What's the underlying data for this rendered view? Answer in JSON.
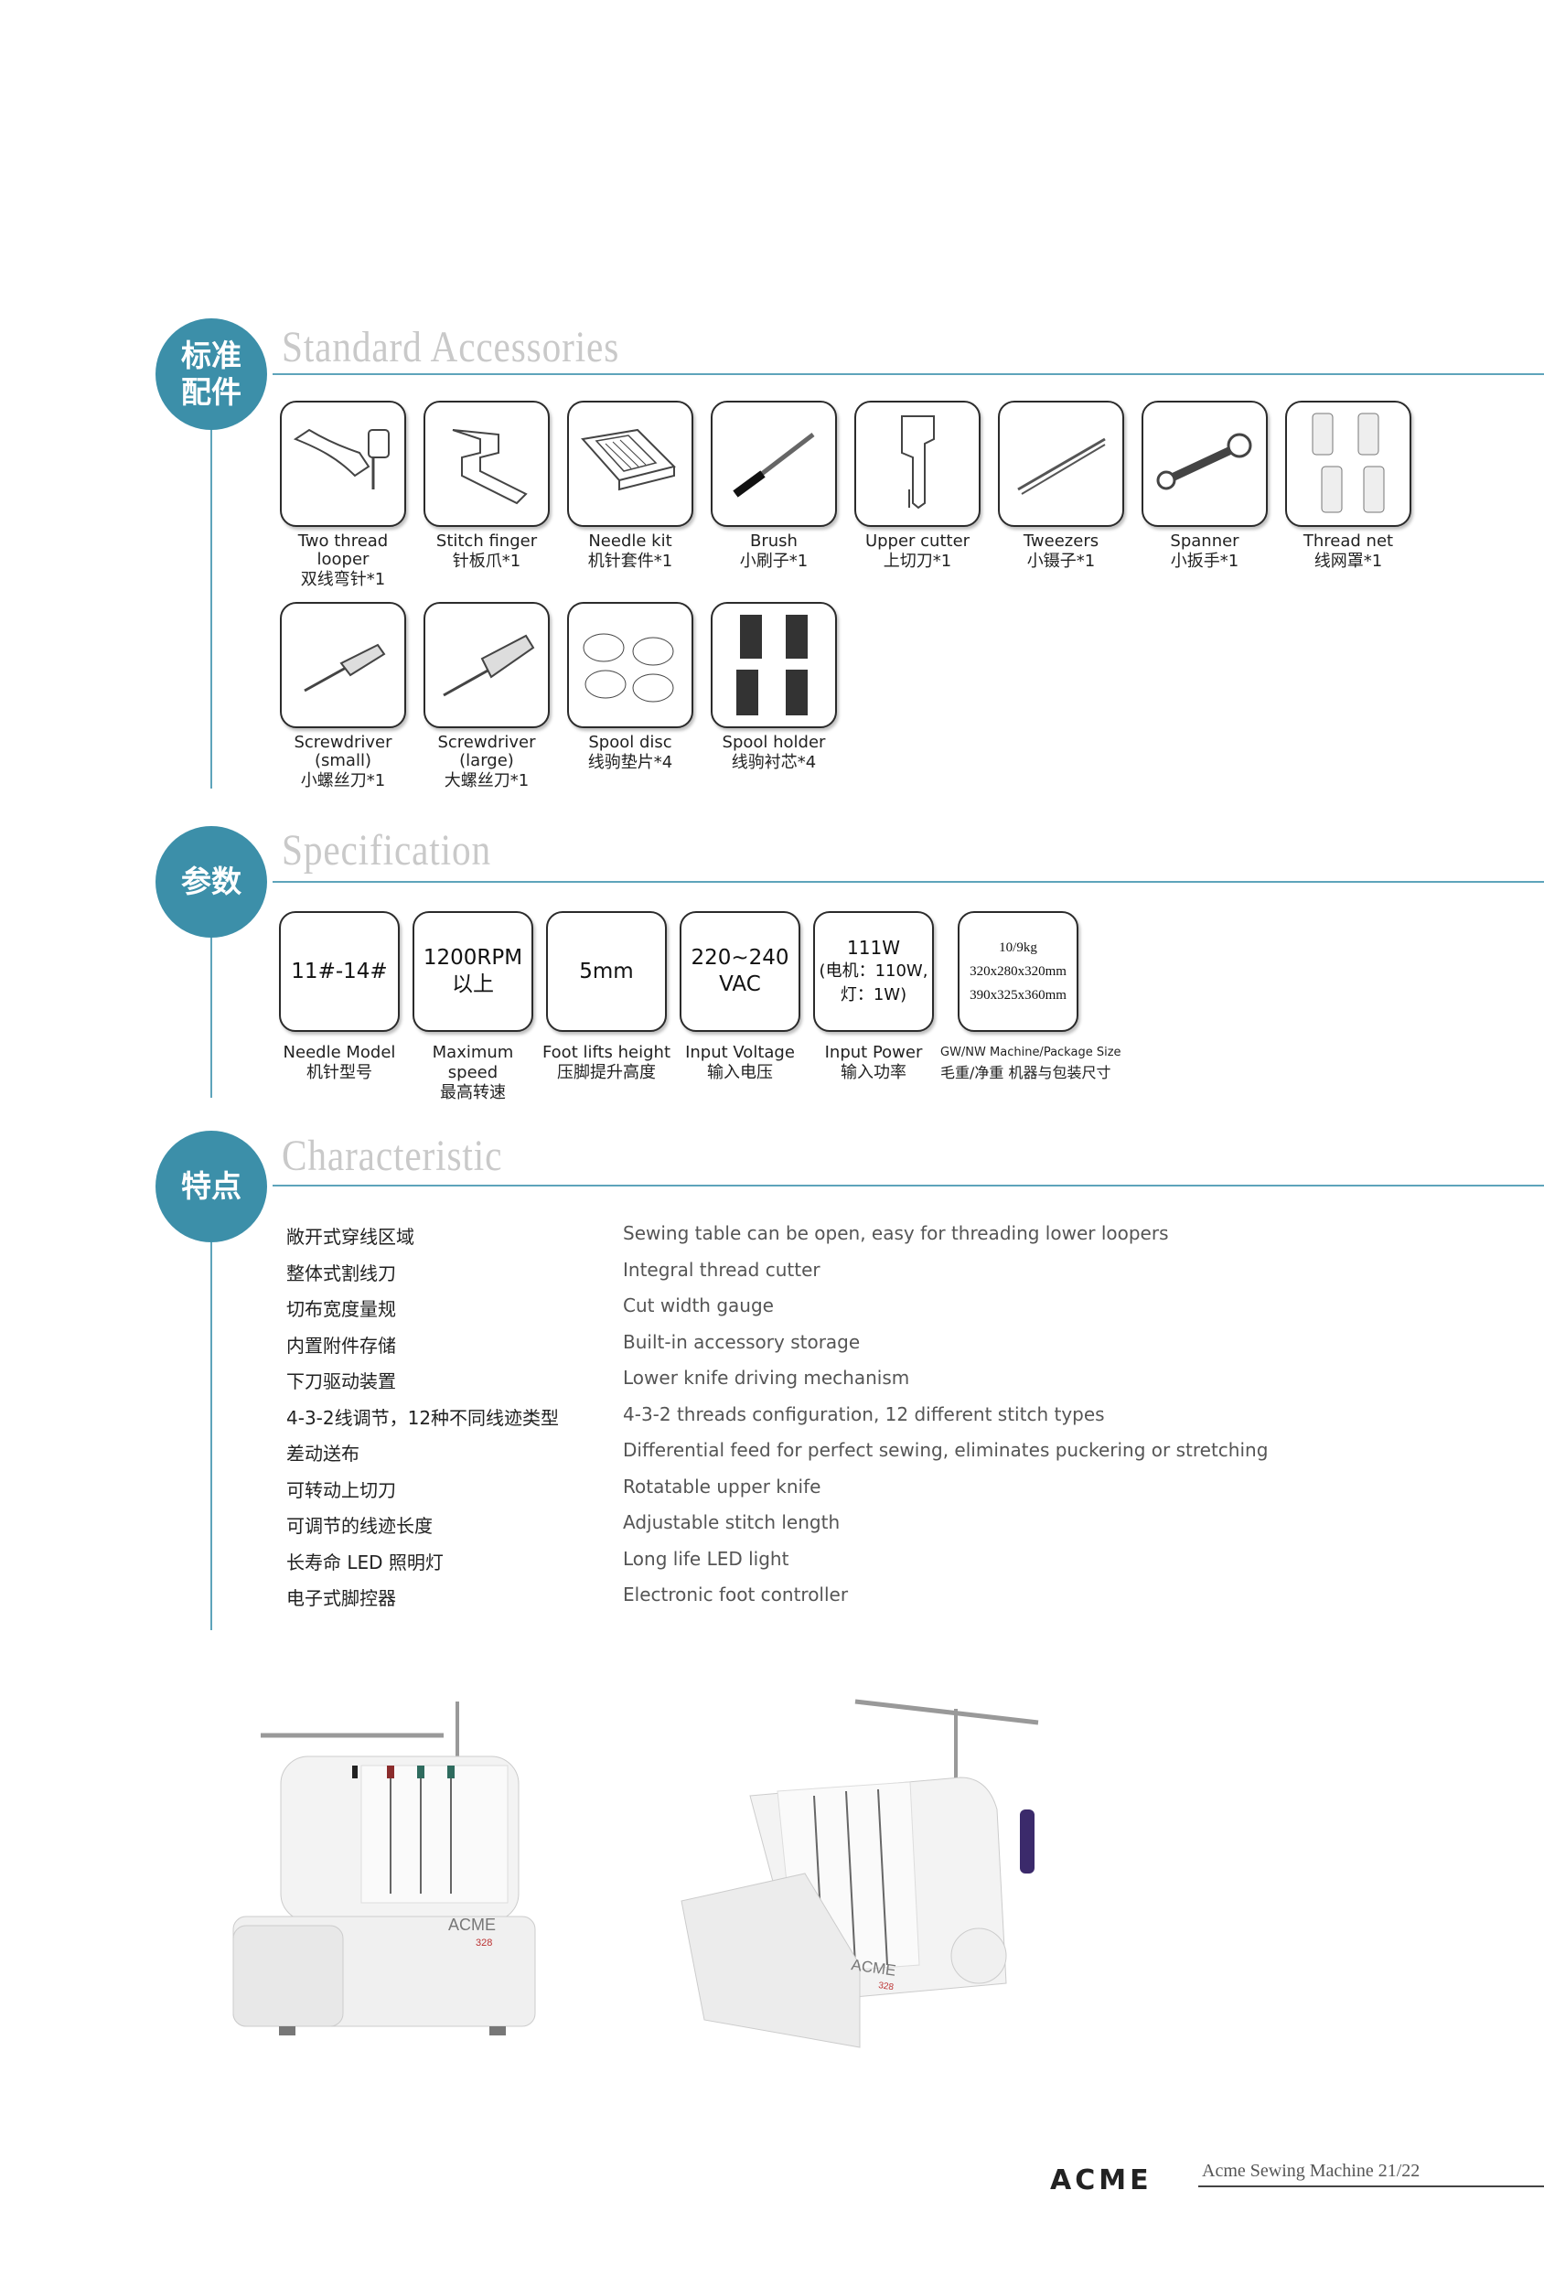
{
  "sections": {
    "accessories": {
      "badge_line1": "标准",
      "badge_line2": "配件",
      "title": "Standard Accessories"
    },
    "specification": {
      "badge": "参数",
      "title": "Specification"
    },
    "characteristic": {
      "badge": "特点",
      "title": "Characteristic"
    }
  },
  "accessories": [
    {
      "en": "Two thread looper",
      "cn": "双线弯针*1",
      "icon": "looper-icon"
    },
    {
      "en": "Stitch finger",
      "cn": "针板爪*1",
      "icon": "stitch-finger-icon"
    },
    {
      "en": "Needle kit",
      "cn": "机针套件*1",
      "icon": "needle-kit-icon"
    },
    {
      "en": "Brush",
      "cn": "小刷子*1",
      "icon": "brush-icon"
    },
    {
      "en": "Upper cutter",
      "cn": "上切刀*1",
      "icon": "upper-cutter-icon"
    },
    {
      "en": "Tweezers",
      "cn": "小镊子*1",
      "icon": "tweezers-icon"
    },
    {
      "en": "Spanner",
      "cn": "小扳手*1",
      "icon": "spanner-icon"
    },
    {
      "en": "Thread net",
      "cn": "线网罩*1",
      "icon": "thread-net-icon"
    },
    {
      "en": "Screwdriver",
      "en2": "(small)",
      "cn": "小螺丝刀*1",
      "icon": "screwdriver-small-icon"
    },
    {
      "en": "Screwdriver",
      "en2": "(large)",
      "cn": "大螺丝刀*1",
      "icon": "screwdriver-large-icon"
    },
    {
      "en": "Spool disc",
      "cn": "线驹垫片*4",
      "icon": "spool-disc-icon"
    },
    {
      "en": "Spool holder",
      "cn": "线驹衬芯*4",
      "icon": "spool-holder-icon"
    }
  ],
  "specs": [
    {
      "lines": [
        "11#-14#"
      ],
      "en": "Needle Model",
      "cn": "机针型号"
    },
    {
      "lines": [
        "1200RPM",
        "以上"
      ],
      "en": "Maximum speed",
      "cn": "最高转速"
    },
    {
      "lines": [
        "5mm"
      ],
      "en": "Foot lifts height",
      "cn": "压脚提升高度"
    },
    {
      "lines": [
        "220~240",
        "VAC"
      ],
      "en": "Input Voltage",
      "cn": "输入电压"
    },
    {
      "lines": [
        "111W",
        "(电机：110W,",
        "灯：1W)"
      ],
      "en": "Input Power",
      "cn": "输入功率"
    },
    {
      "lines": [
        "10/9kg",
        "320x280x320mm",
        "390x325x360mm"
      ],
      "en": "GW/NW Machine/Package Size",
      "cn": "毛重/净重 机器与包装尺寸"
    }
  ],
  "characteristics": [
    {
      "cn": "敞开式穿线区域",
      "en": "Sewing table can be open, easy for threading lower loopers"
    },
    {
      "cn": "整体式割线刀",
      "en": "Integral thread cutter"
    },
    {
      "cn": "切布宽度量规",
      "en": "Cut width gauge"
    },
    {
      "cn": "内置附件存储",
      "en": "Built-in accessory storage"
    },
    {
      "cn": "下刀驱动装置",
      "en": "Lower knife driving mechanism"
    },
    {
      "cn": "4-3-2线调节，12种不同线迹类型",
      "en": "4-3-2 threads configuration, 12 different stitch types"
    },
    {
      "cn": "差动送布",
      "en": "Differential feed for perfect sewing, eliminates puckering or stretching"
    },
    {
      "cn": "可转动上切刀",
      "en": "Rotatable upper knife"
    },
    {
      "cn": "可调节的线迹长度",
      "en": "Adjustable stitch length"
    },
    {
      "cn": "长寿命 LED 照明灯",
      "en": "Long life LED light"
    },
    {
      "cn": "电子式脚控器",
      "en": "Electronic foot controller"
    }
  ],
  "machines": [
    {
      "brand": "ACME",
      "model": "328"
    },
    {
      "brand": "ACME",
      "model": "328"
    }
  ],
  "footer": {
    "logo": "ACME",
    "text": "Acme Sewing Machine  21/22"
  }
}
